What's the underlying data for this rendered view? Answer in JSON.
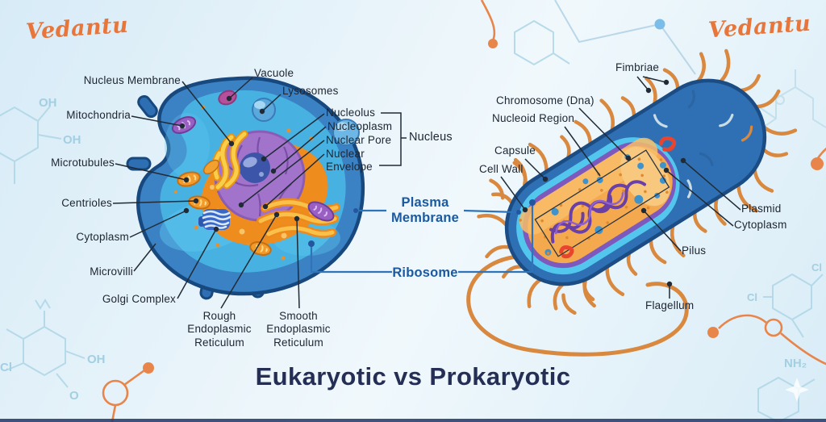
{
  "brand": {
    "logo_text": "Vedantu"
  },
  "title": "Eukaryotic vs Prokaryotic",
  "euk": {
    "nucleus_membrane": "Nucleus Membrane",
    "vacuole": "Vacuole",
    "lysosomes": "Lysosomes",
    "mitochondria": "Mitochondria",
    "microtubules": "Microtubules",
    "centrioles": "Centrioles",
    "cytoplasm": "Cytoplasm",
    "microvilli": "Microvilli",
    "golgi_complex": "Golgi Complex",
    "rough_er": "Rough Endoplasmic Reticulum",
    "smooth_er": "Smooth Endoplasmic Reticulum"
  },
  "nucleus_group": {
    "nucleolus": "Nucleolus",
    "nucleoplasm": "Nucleoplasm",
    "nuclear_pore": "Nuclear Pore",
    "nuclear_envelope": "Nuclear Envelope",
    "group_label": "Nucleus"
  },
  "shared": {
    "plasma_membrane": "Plasma Membrane",
    "ribosome": "Ribosome"
  },
  "prok": {
    "fimbriae": "Fimbriae",
    "chromosome": "Chromosome (Dna)",
    "nucleoid_region": "Nucleoid Region",
    "capsule": "Capsule",
    "cell_wall": "Cell Wall",
    "plasmid": "Plasmid",
    "cytoplasm": "Cytoplasm",
    "pilus": "Pilus",
    "flagellum": "Flagellum"
  },
  "chem": {
    "oh": "OH",
    "o": "O",
    "cl": "Cl",
    "nh2": "NH₂"
  },
  "colors": {
    "brand_orange": "#e8763b",
    "title_navy": "#252f56",
    "shared_label_blue": "#1b5aa0",
    "leader_line": "#212b36",
    "cell_blue": "#3b82c4",
    "cell_outline": "#17497f",
    "cytoplasm_cyan": "#47b2e2",
    "nucleus_purple": "#a173cb",
    "nucleolus_navy": "#3d55a8",
    "er_orange": "#ef8c1e",
    "golgi_yellow": "#f8ce4a",
    "prok_interior_orange": "#f5a94e",
    "dna_purple": "#6a3fa6",
    "flagella_orange": "#d9893f",
    "plasmid_red": "#e8452f"
  }
}
